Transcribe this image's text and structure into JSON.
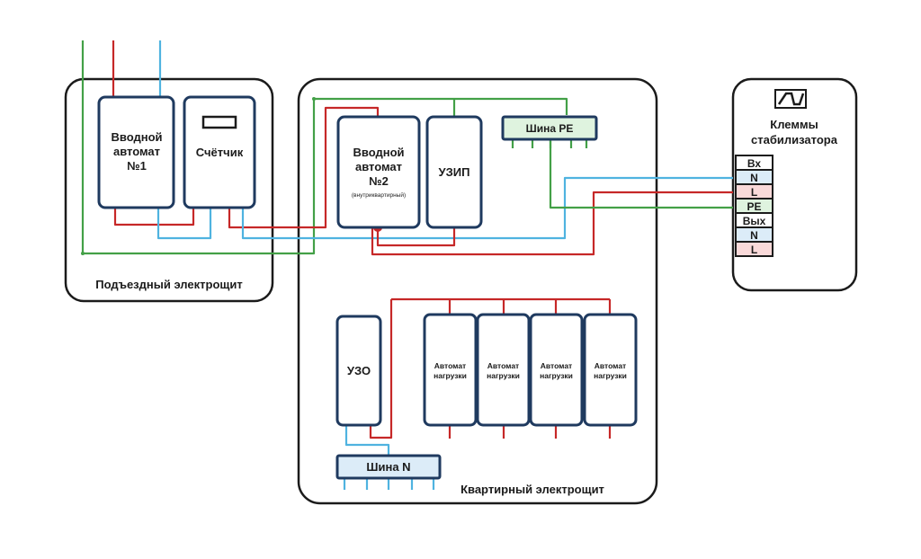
{
  "panels": {
    "entrance": {
      "label": "Подъездный электрощит"
    },
    "apartment": {
      "label": "Квартирный электрощит"
    },
    "stabilizer": {
      "label_line1": "Клеммы",
      "label_line2": "стабилизатора",
      "icon": "stabilizer-icon"
    }
  },
  "devices": {
    "main_breaker_1": {
      "line1": "Вводной",
      "line2": "автомат",
      "line3": "№1"
    },
    "meter": {
      "label": "Счётчик"
    },
    "main_breaker_2": {
      "line1": "Вводной",
      "line2": "автомат",
      "line3": "№2",
      "sub": "(внутриквартирный)"
    },
    "spd": {
      "label": "УЗИП"
    },
    "pe_bus": {
      "label": "Шина PE"
    },
    "rcd": {
      "label": "УЗО"
    },
    "n_bus": {
      "label": "Шина N"
    },
    "load_breakers": [
      {
        "line1": "Автомат",
        "line2": "нагрузки"
      },
      {
        "line1": "Автомат",
        "line2": "нагрузки"
      },
      {
        "line1": "Автомат",
        "line2": "нагрузки"
      },
      {
        "line1": "Автомат",
        "line2": "нагрузки"
      }
    ]
  },
  "terminals": [
    {
      "label": "Вх",
      "color": "#ffffff"
    },
    {
      "label": "N",
      "color": "#dcecf8"
    },
    {
      "label": "L",
      "color": "#f9d9d9"
    },
    {
      "label": "PE",
      "color": "#dff3df"
    },
    {
      "label": "Вых",
      "color": "#ffffff"
    },
    {
      "label": "N",
      "color": "#dcecf8"
    },
    {
      "label": "L",
      "color": "#f9d9d9"
    }
  ],
  "colors": {
    "phase": "#c62828",
    "neutral": "#4fb3e0",
    "earth": "#43a047",
    "device_border": "#1f3a5f"
  }
}
